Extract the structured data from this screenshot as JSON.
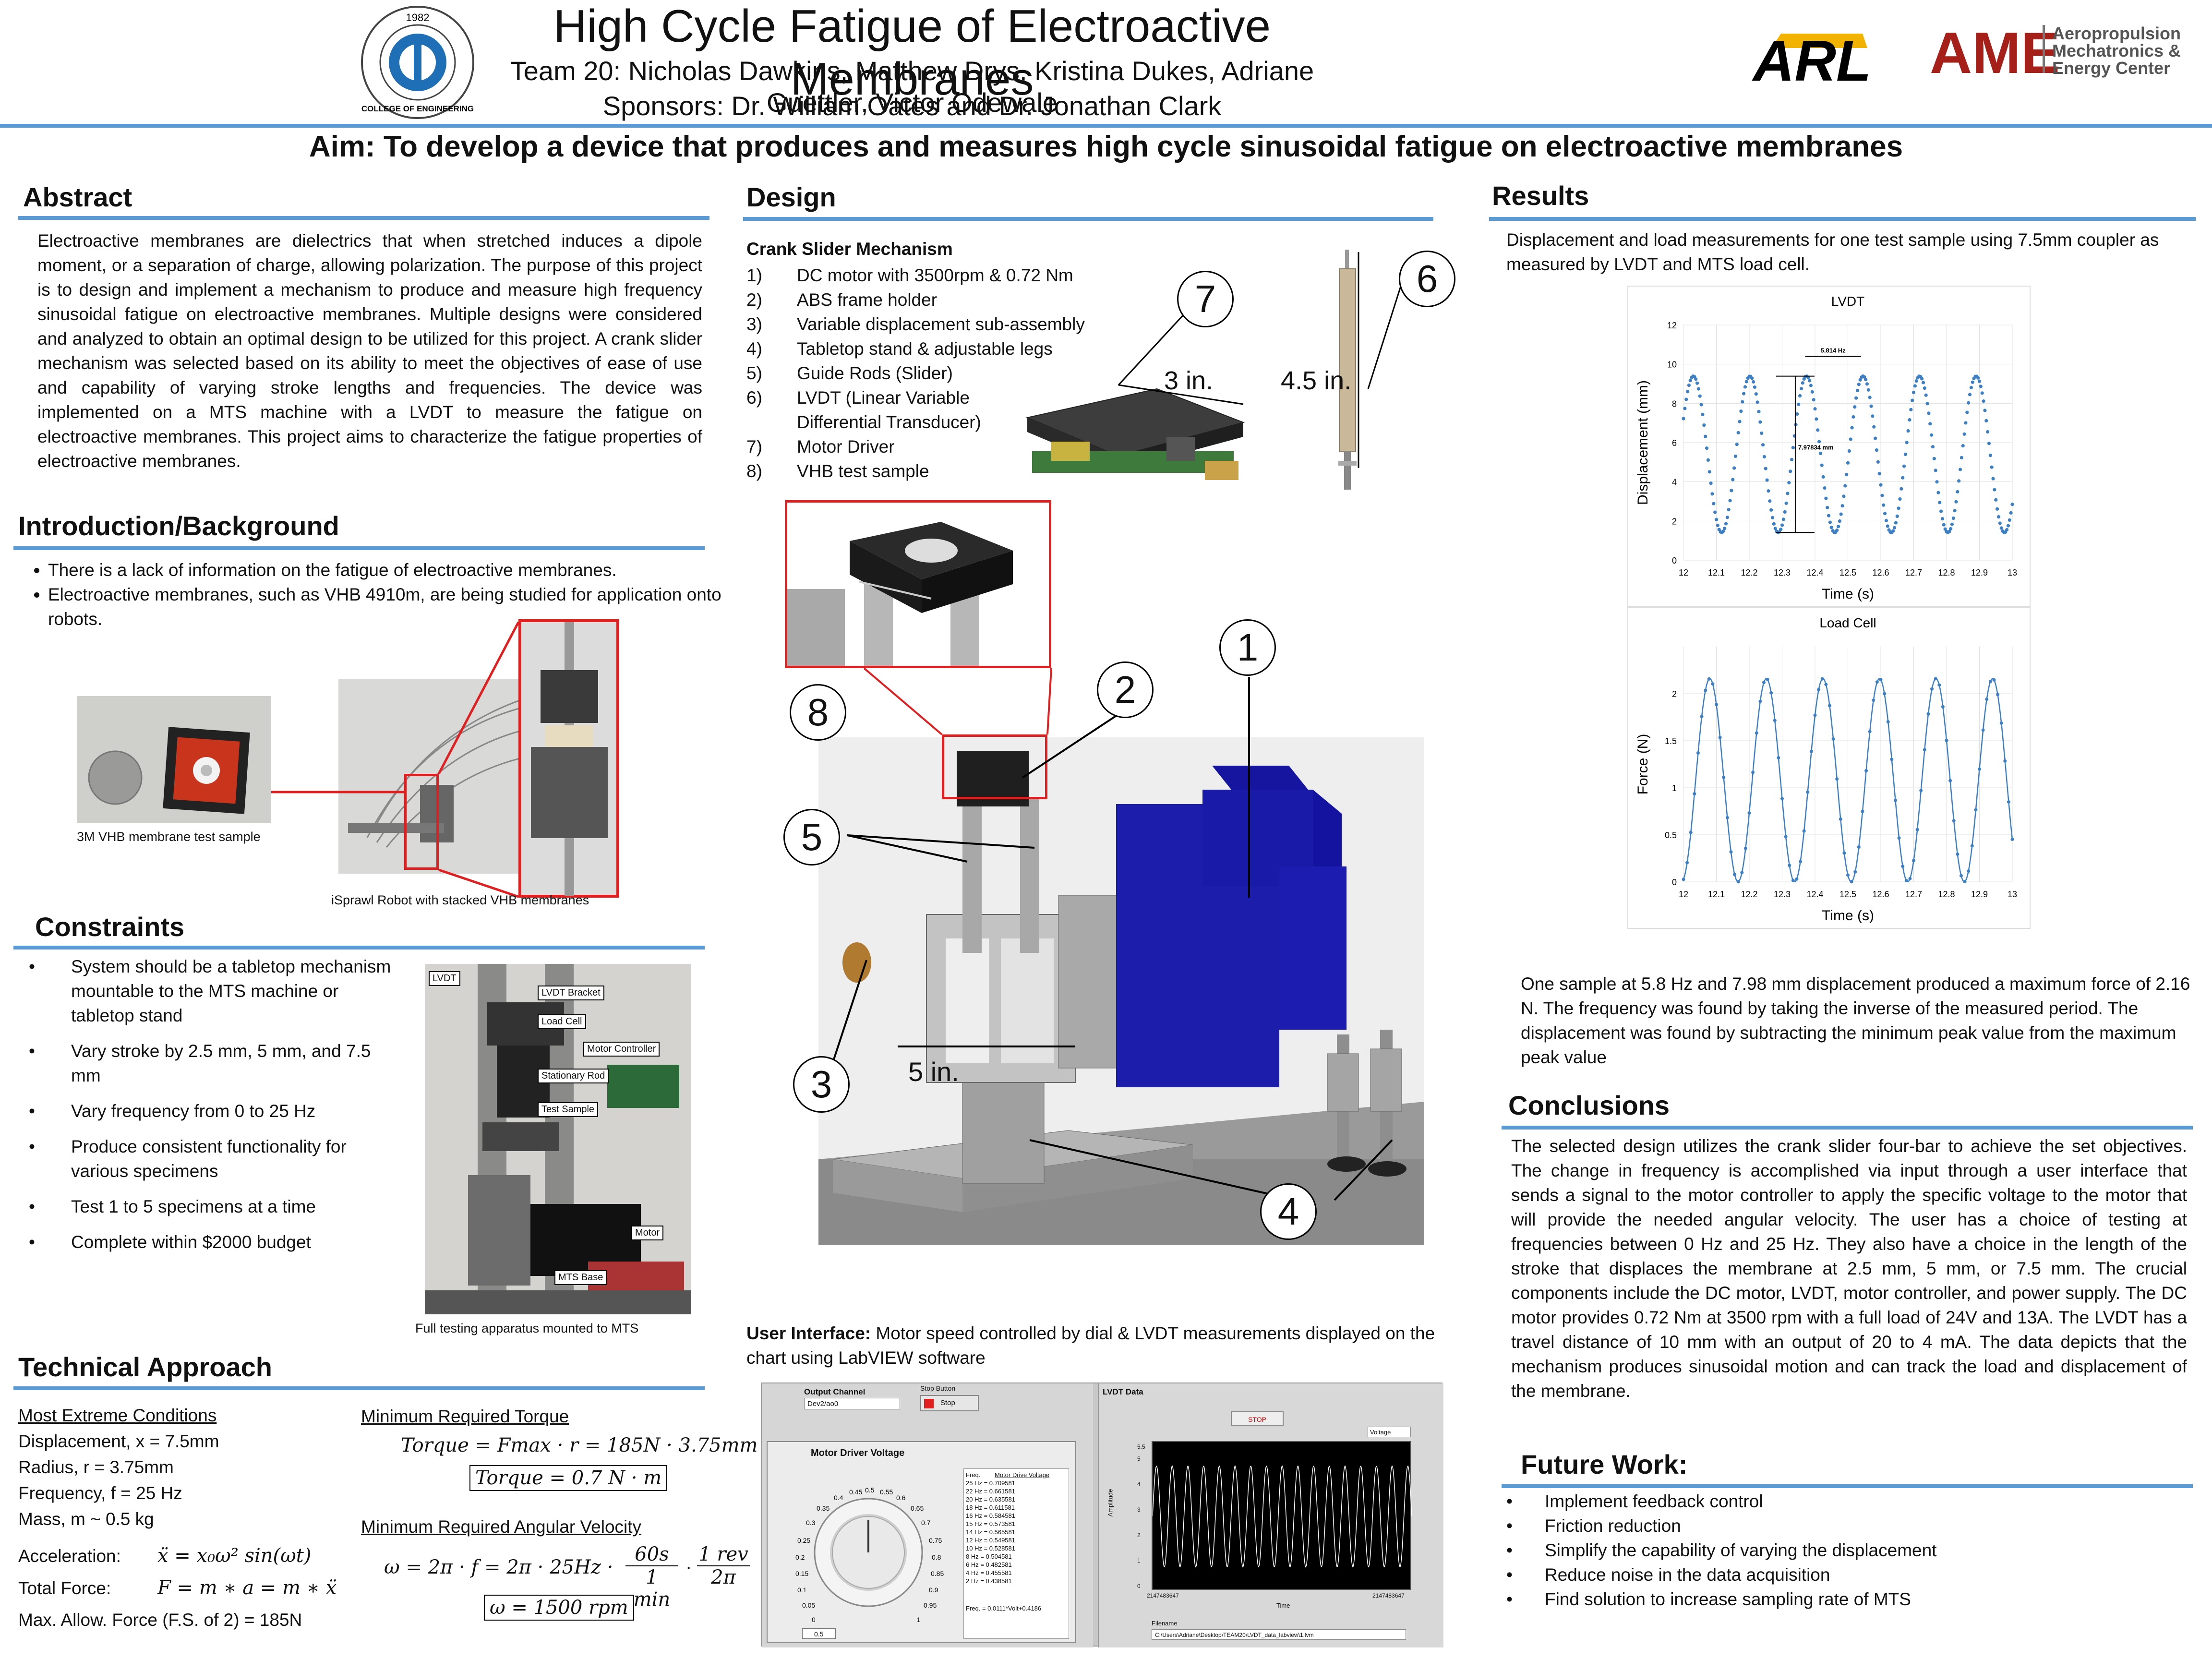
{
  "header": {
    "title": "High Cycle Fatigue of Electroactive Membranes",
    "team": "Team 20: Nicholas Dawkins, Matthew Drys, Kristina Dukes, Adriane Guettler, Victor Odewale",
    "sponsors": "Sponsors: Dr. William Oates and Dr. Jonathan Clark",
    "logo_left_year": "1982",
    "logo_left_text": "COLLEGE OF ENGINEERING",
    "logo_arl": "ARL",
    "logo_ame": "AME",
    "logo_ame_sub": [
      "Aeropropulsion",
      "Mechatronics &",
      "Energy Center"
    ]
  },
  "aim": "Aim: To develop a device that produces and measures high cycle sinusoidal fatigue on electroactive membranes",
  "abstract": {
    "title": "Abstract",
    "text": "Electroactive membranes are dielectrics that when stretched induces a dipole moment, or a separation of charge, allowing polarization. The purpose of this project is to design and implement a mechanism to produce and measure high frequency sinusoidal fatigue on electroactive membranes. Multiple designs were considered and analyzed to obtain an optimal design to be utilized for this project. A crank slider mechanism was selected based on its ability to meet the objectives of ease of use and capability of varying stroke lengths and frequencies. The device was implemented on a MTS machine with a LVDT to measure the fatigue on electroactive membranes. This project aims to characterize the fatigue properties of electroactive membranes."
  },
  "intro": {
    "title": "Introduction/Background",
    "bullets": [
      "There is a lack of information on the fatigue of electroactive membranes.",
      "Electroactive membranes, such as VHB 4910m,  are being studied for application onto robots."
    ],
    "caption_sample": "3M VHB membrane test sample",
    "caption_robot": "iSprawl Robot with stacked VHB membranes"
  },
  "constraints": {
    "title": "Constraints",
    "bullets": [
      "System should be a tabletop mechanism mountable to the MTS machine or tabletop stand",
      "Vary stroke by 2.5 mm, 5 mm, and 7.5 mm",
      "Vary frequency from 0 to 25 Hz",
      "Produce consistent functionality for various specimens",
      "Test 1 to 5 specimens at a time",
      "Complete within $2000 budget"
    ],
    "photo_labels": [
      "LVDT",
      "LVDT Bracket",
      "Load Cell",
      "Motor Controller",
      "Stationary Rod",
      "Test Sample",
      "Motor",
      "MTS Base"
    ],
    "caption": "Full testing apparatus mounted to MTS"
  },
  "technical": {
    "title": "Technical Approach",
    "extreme_heading": "Most Extreme Conditions",
    "extreme_lines": [
      "Displacement, x = 7.5mm",
      "Radius, r = 3.75mm",
      "Frequency,  f = 25 Hz",
      "Mass, m ~ 0.5 kg"
    ],
    "accel_label": "Acceleration:",
    "accel_eq": "ẍ = x₀ω² sin(ωt)",
    "force_label": "Total Force:",
    "force_eq": "F = m ∗ a = m ∗ ẍ",
    "max_force": "Max. Allow. Force (F.S. of 2) = 185N",
    "torque_heading": "Minimum Required Torque",
    "torque_eq": "Torque = Fmax · r = 185N · 3.75mm",
    "torque_result": "Torque = 0.7 N · m",
    "omega_heading": "Minimum Required Angular Velocity",
    "omega_eq": "ω =  2π · f = 2π · 25Hz ·",
    "omega_frac1_num": "60s",
    "omega_frac1_den": "1 min",
    "omega_frac2_num": "1 rev",
    "omega_frac2_den": "2π",
    "omega_result": "ω = 1500 rpm"
  },
  "design": {
    "title": "Design",
    "list_heading": "Crank Slider Mechanism",
    "items": [
      "DC motor with 3500rpm & 0.72 Nm",
      "ABS frame holder",
      "Variable displacement sub-assembly",
      "Tabletop stand & adjustable legs",
      "Guide Rods (Slider)",
      "LVDT (Linear Variable Differential Transducer)",
      "Motor Driver",
      "VHB test sample"
    ],
    "dim_3in": "3 in.",
    "dim_45in": "4.5 in.",
    "dim_5in": "5 in.",
    "callouts": [
      "1",
      "2",
      "3",
      "4",
      "5",
      "6",
      "7",
      "8"
    ],
    "ui_label": "User Interface:",
    "ui_text": " Motor speed controlled by dial & LVDT measurements displayed on the chart using LabVIEW software",
    "ui": {
      "output_channel": "Output Channel",
      "channel_value": "Dev2/ao0",
      "stop_button": "Stop Button",
      "stop": "Stop",
      "dial_title": "Motor Driver Voltage",
      "dial_value": "0.5",
      "dial_ticks": [
        "0",
        "0.05",
        "0.1",
        "0.15",
        "0.2",
        "0.25",
        "0.3",
        "0.35",
        "0.4",
        "0.45",
        "0.5",
        "0.55",
        "0.6",
        "0.65",
        "0.7",
        "0.75",
        "0.8",
        "0.85",
        "0.9",
        "0.95",
        "1"
      ],
      "table_head": [
        "Freq.",
        "Motor Drive Voltage"
      ],
      "table_rows": [
        "25 Hz = 0.709581",
        "22 Hz = 0.661581",
        "20 Hz = 0.635581",
        "18 Hz = 0.611581",
        "16 Hz = 0.584581",
        "15 Hz = 0.573581",
        "14 Hz = 0.565581",
        "12 Hz = 0.549581",
        "10 Hz = 0.528581",
        "8 Hz = 0.504581",
        "6 Hz = 0.482581",
        "4 Hz = 0.455581",
        "2 Hz = 0.438581"
      ],
      "freq_formula": "Freq. = 0.0111*Volt+0.4186",
      "lvdt_title": "LVDT Data",
      "stop2": "STOP",
      "voltage_legend": "Voltage",
      "amp_label": "Amplitude",
      "time_label": "Time",
      "x_left": "2147483647",
      "x_right": "2147483647",
      "y_ticks": [
        "0",
        "1",
        "2",
        "3",
        "4",
        "5",
        "5.5"
      ],
      "filename_label": "Filename",
      "filename": "C:\\Users\\Adriane\\Desktop\\TEAM20\\LVDT_data_labview\\1.lvm"
    }
  },
  "results": {
    "title": "Results",
    "intro": "Displacement and load measurements for one test sample using 7.5mm coupler as measured by LVDT and MTS load cell.",
    "summary": "One sample at 5.8 Hz and 7.98 mm displacement produced a maximum force of 2.16 N. The frequency was found by taking the inverse of the measured period. The displacement was found by subtracting the minimum peak value from the maximum peak value"
  },
  "conclusions": {
    "title": "Conclusions",
    "text": "The selected design utilizes the crank slider four-bar to achieve the set objectives. The change in frequency is accomplished via input through a user interface that sends a signal to the motor controller to apply the specific voltage to the motor that will provide the needed angular velocity. The user has a choice of testing at frequencies between 0 Hz and 25 Hz. They also have a choice in the length of the stroke that displaces the membrane at 2.5 mm, 5 mm, or 7.5 mm. The crucial components include the DC motor, LVDT, motor controller, and power supply. The DC motor provides 0.72 Nm at 3500 rpm with a full load of 24V and 13A. The LVDT has a travel distance of 10 mm with an output of 20 to 4 mA. The data depicts that the mechanism produces sinusoidal motion and can track the load and displacement of the membrane."
  },
  "future": {
    "title": "Future Work:",
    "bullets": [
      "Implement feedback control",
      "Friction reduction",
      "Simplify the capability of varying the displacement",
      "Reduce noise in the data acquisition",
      "Find solution to increase sampling rate of MTS"
    ]
  },
  "chart_data": [
    {
      "type": "scatter",
      "title": "LVDT",
      "xlabel": "Time (s)",
      "ylabel": "Displacement (mm)",
      "xlim": [
        12,
        13
      ],
      "ylim": [
        0,
        12
      ],
      "xticks": [
        "12",
        "12.1",
        "12.2",
        "12.3",
        "12.4",
        "12.5",
        "12.6",
        "12.7",
        "12.8",
        "12.9",
        "13"
      ],
      "yticks": [
        "0",
        "2",
        "4",
        "6",
        "8",
        "10",
        "12"
      ],
      "annotations": [
        "5.814 Hz",
        "7.97834 mm"
      ],
      "frequency_hz": 5.814,
      "peak_to_peak_mm": 7.97834,
      "offset_mm": 5.4,
      "peak_times": [
        12.03,
        12.2,
        12.37,
        12.54,
        12.71,
        12.88
      ],
      "series": [
        {
          "values_sampled": "sinusoid, min ~1.4 mm, max ~9.4 mm"
        }
      ]
    },
    {
      "type": "line",
      "title": "Load Cell",
      "xlabel": "Time (s)",
      "ylabel": "Force (N)",
      "xlim": [
        12,
        13
      ],
      "ylim": [
        0,
        2.5
      ],
      "xticks": [
        "12",
        "12.1",
        "12.2",
        "12.3",
        "12.4",
        "12.5",
        "12.6",
        "12.7",
        "12.8",
        "12.9",
        "13"
      ],
      "yticks": [
        "0",
        "0.5",
        "1",
        "1.5",
        "2"
      ],
      "frequency_hz": 5.814,
      "max_force_n": 2.16,
      "min_force_n": 0,
      "peak_times": [
        12.08,
        12.25,
        12.42,
        12.59,
        12.77,
        12.94
      ]
    }
  ],
  "colors": {
    "rule": "#5b9bd5",
    "data_blue": "#3d7fc4",
    "motor_blue": "#1a1aa8",
    "highlight_red": "#e02020"
  }
}
